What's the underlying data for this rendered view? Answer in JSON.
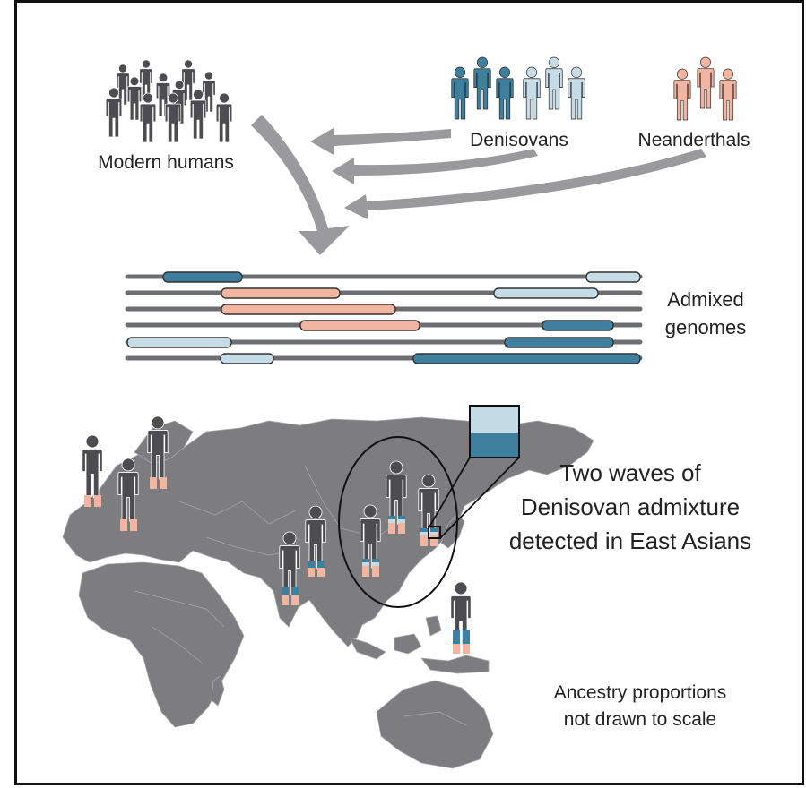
{
  "labels": {
    "modern_humans": "Modern humans",
    "denisovans": "Denisovans",
    "neanderthals": "Neanderthals",
    "admixed_line1": "Admixed",
    "admixed_line2": "genomes",
    "waves_line1": "Two waves of",
    "waves_line2": "Denisovan admixture",
    "waves_line3": "detected in East Asians",
    "note_line1": "Ancestry proportions",
    "note_line2": "not drawn to scale"
  },
  "colors": {
    "modern": "#4d4d4f",
    "denisovan_dark": "#3f7f9e",
    "denisovan_light": "#c5dbe6",
    "neanderthal": "#f2b5a1",
    "arrow": "#9a9a9c",
    "map": "#7d7d7f"
  }
}
